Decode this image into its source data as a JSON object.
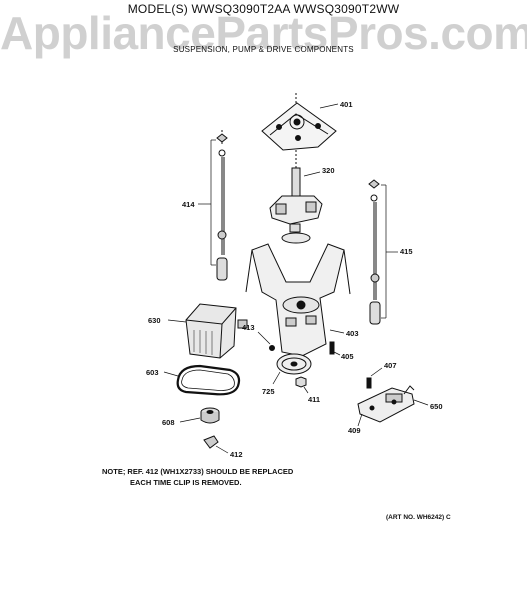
{
  "header": {
    "model_line": "MODEL(S) WWSQ3090T2AA  WWSQ3090T2WW",
    "watermark": "AppliancePartsPros.com",
    "section_title": "SUSPENSION, PUMP & DRIVE COMPONENTS"
  },
  "callouts": [
    {
      "id": "c401",
      "label": "401"
    },
    {
      "id": "c320",
      "label": "320"
    },
    {
      "id": "c414",
      "label": "414"
    },
    {
      "id": "c415",
      "label": "415"
    },
    {
      "id": "c630",
      "label": "630"
    },
    {
      "id": "c413",
      "label": "413"
    },
    {
      "id": "c403",
      "label": "403"
    },
    {
      "id": "c405",
      "label": "405"
    },
    {
      "id": "c603",
      "label": "603"
    },
    {
      "id": "c725",
      "label": "725"
    },
    {
      "id": "c411",
      "label": "411"
    },
    {
      "id": "c407",
      "label": "407"
    },
    {
      "id": "c650",
      "label": "650"
    },
    {
      "id": "c409",
      "label": "409"
    },
    {
      "id": "c608",
      "label": "608"
    },
    {
      "id": "c412",
      "label": "412"
    }
  ],
  "note": {
    "line1": "NOTE; REF. 412 (WH1X2733) SHOULD BE REPLACED",
    "line2": "EACH TIME CLIP IS REMOVED."
  },
  "art_number": "(ART NO. WH6242) C"
}
